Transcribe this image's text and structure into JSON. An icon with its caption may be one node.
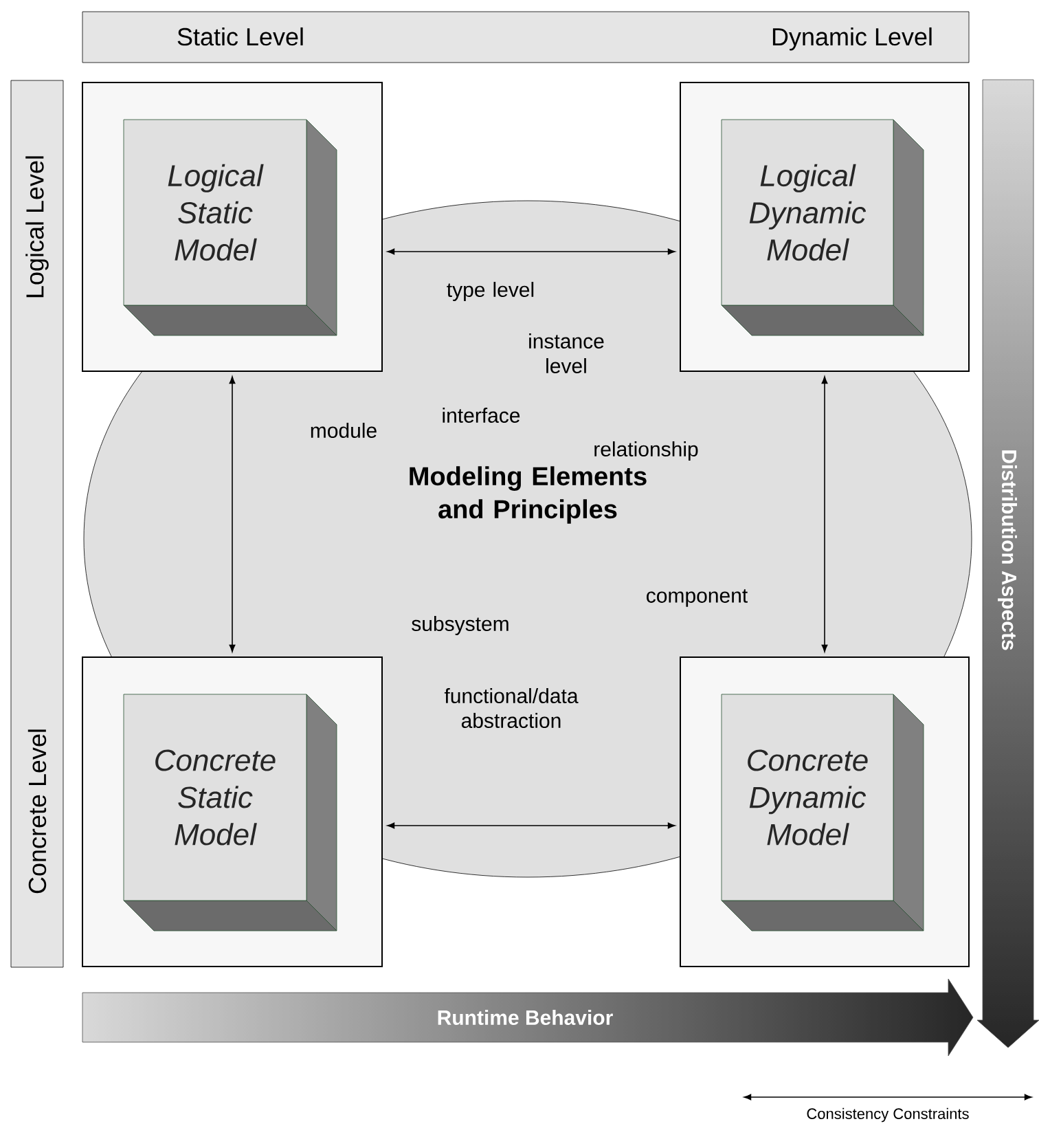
{
  "diagram": {
    "nodes": [
      {
        "text": [
          "Static Level",
          "Dynamic Level"
        ]
      },
      {
        "text": [
          "Logical Level",
          "Concrete Level"
        ]
      },
      {
        "text": [
          "Logical Static Model"
        ]
      },
      {
        "text": [
          "Logical Dynamic Model"
        ]
      },
      {
        "text": [
          "Concrete Static Model"
        ]
      },
      {
        "text": [
          "Concrete Dynamic Model"
        ]
      }
    ],
    "edges": [
      {
        "from": 2,
        "to": 3,
        "arrow": "both",
        "label": "type level"
      },
      {
        "from": 2,
        "to": 4,
        "arrow": "both",
        "label": "module"
      },
      {
        "from": 3,
        "to": 5,
        "arrow": "both",
        "label": "component"
      },
      {
        "from": 4,
        "to": 5,
        "arrow": "both",
        "label": "functional/data abstraction"
      }
    ],
    "labels": [
      "instance level",
      "interface",
      "relationship",
      "Modeling Elements and Principles",
      "subsystem",
      "Distribution Aspects",
      "Runtime Behavior"
    ],
    "legend": [
      {
        "text": "Consistency Constraints"
      }
    ]
  }
}
